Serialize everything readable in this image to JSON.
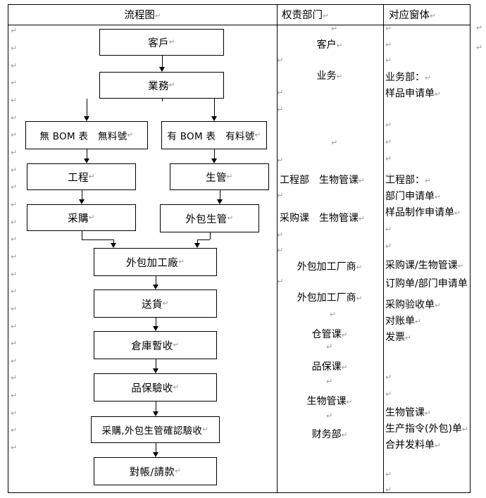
{
  "document": {
    "type": "process-flowchart-table",
    "paragraph_mark": "↵"
  },
  "table": {
    "headers": [
      {
        "label": "流程图",
        "align": "center"
      },
      {
        "label": "权责部门",
        "align": "left"
      },
      {
        "label": "对应窗体",
        "align": "left"
      }
    ]
  },
  "flowchart": {
    "nodes": [
      {
        "id": "customer",
        "label": "客戶"
      },
      {
        "id": "sales",
        "label": "業務"
      },
      {
        "id": "no-bom",
        "label": "無 BOM 表　無料號"
      },
      {
        "id": "has-bom",
        "label": "有 BOM 表　有料號"
      },
      {
        "id": "engineering",
        "label": "工程"
      },
      {
        "id": "production-mgmt",
        "label": "生管"
      },
      {
        "id": "purchasing",
        "label": "采購"
      },
      {
        "id": "outsource-pm",
        "label": "外包生管"
      },
      {
        "id": "outsource-factory",
        "label": "外包加工廠"
      },
      {
        "id": "delivery",
        "label": "送貨"
      },
      {
        "id": "warehouse-temp",
        "label": "倉庫暫收"
      },
      {
        "id": "qa-inspection",
        "label": "品保驗收"
      },
      {
        "id": "confirm-accept",
        "label": "采購,外包生管確認驗收"
      },
      {
        "id": "reconcile",
        "label": "對帳/請款"
      }
    ],
    "edges": [
      {
        "from": "customer",
        "to": "sales"
      },
      {
        "from": "sales",
        "to": "no-bom"
      },
      {
        "from": "sales",
        "to": "has-bom"
      },
      {
        "from": "no-bom",
        "to": "engineering"
      },
      {
        "from": "has-bom",
        "to": "production-mgmt"
      },
      {
        "from": "engineering",
        "to": "purchasing"
      },
      {
        "from": "production-mgmt",
        "to": "outsource-pm"
      },
      {
        "from": "purchasing",
        "to": "outsource-factory"
      },
      {
        "from": "outsource-pm",
        "to": "outsource-factory"
      },
      {
        "from": "outsource-factory",
        "to": "delivery"
      },
      {
        "from": "delivery",
        "to": "warehouse-temp"
      },
      {
        "from": "warehouse-temp",
        "to": "qa-inspection"
      },
      {
        "from": "qa-inspection",
        "to": "confirm-accept"
      },
      {
        "from": "confirm-accept",
        "to": "reconcile"
      }
    ]
  },
  "departments": {
    "entries": [
      {
        "id": "dept-customer",
        "text": "客户"
      },
      {
        "id": "dept-sales",
        "text": "业务"
      },
      {
        "id": "dept-eng",
        "text": "工程部　生物管课"
      },
      {
        "id": "dept-purchase",
        "text": "采购课　生物管课"
      },
      {
        "id": "dept-outsource1",
        "text": "外包加工厂商"
      },
      {
        "id": "dept-outsource2",
        "text": "外包加工厂商"
      },
      {
        "id": "dept-warehouse",
        "text": "仓管课"
      },
      {
        "id": "dept-qa",
        "text": "品保课"
      },
      {
        "id": "dept-biomgmt",
        "text": "生物管课"
      },
      {
        "id": "dept-finance",
        "text": "财务部"
      }
    ]
  },
  "forms": {
    "groups": [
      {
        "id": "form-sales",
        "lines": [
          "业务部：",
          "样品申请单"
        ]
      },
      {
        "id": "form-engineering",
        "lines": [
          "工程部：",
          "部门申请单",
          "样品制作申请单"
        ]
      },
      {
        "id": "form-purchase",
        "lines": [
          "采购课/生物管课",
          "订购单/部门申请单",
          "采购验收单",
          "对账单",
          "发票"
        ]
      },
      {
        "id": "form-biomgmt",
        "lines": [
          "生物管课",
          "生产指令(外包)单",
          "合并发料单"
        ]
      }
    ]
  }
}
